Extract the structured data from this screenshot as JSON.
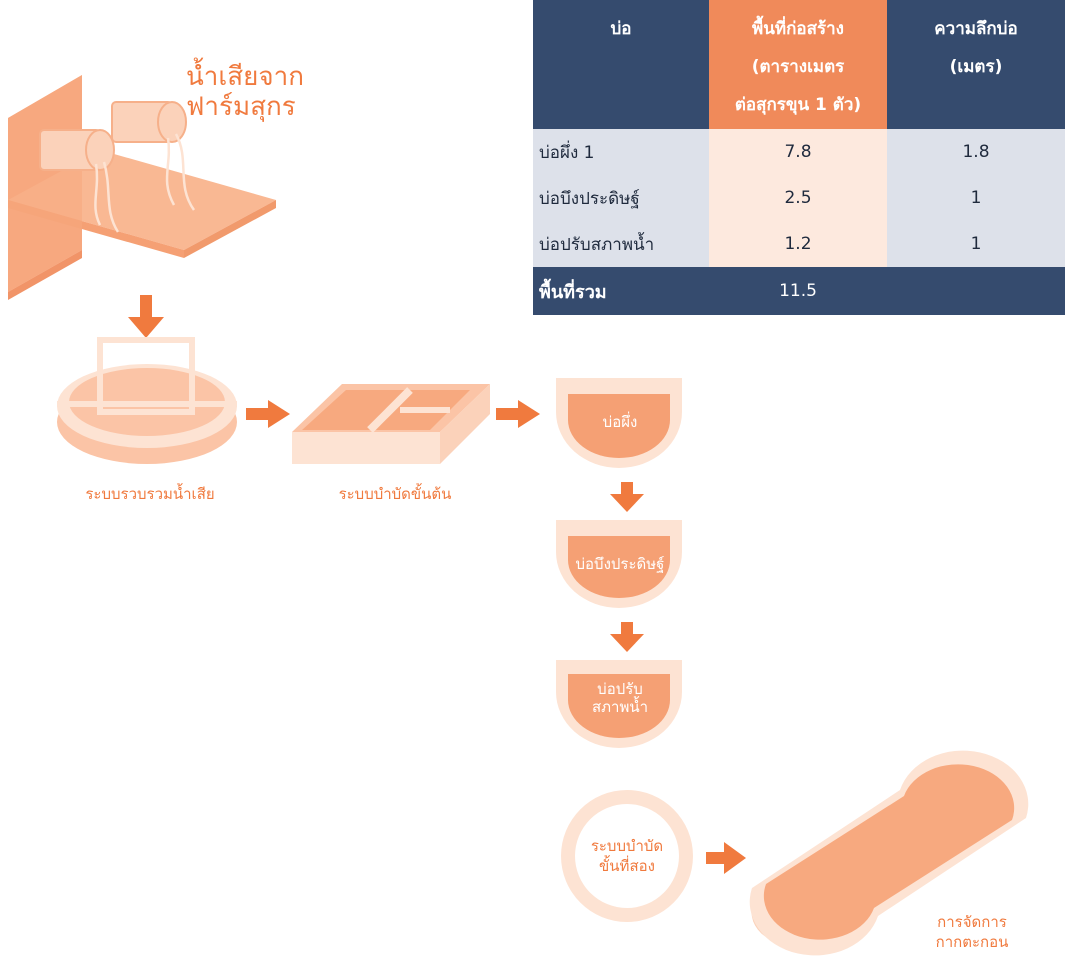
{
  "source_label": "น้ำเสียจาก\nฟาร์มสุกร",
  "stages": {
    "collection": "ระบบรวบรวมน้ำเสีย",
    "pretreatment": "ระบบบำบัดขั้นต้น",
    "secondary": "ระบบบำบัด\nขั้นที่สอง",
    "sludge": "การจัดการ\nกากตะกอน"
  },
  "ponds": [
    {
      "name": "บ่อผึ่ง"
    },
    {
      "name": "บ่อบึงประดิษฐ์"
    },
    {
      "name": "บ่อปรับ\nสภาพน้ำ"
    }
  ],
  "table": {
    "headers": [
      "บ่อ",
      "พื้นที่ก่อสร้าง\n(ตารางเมตร\nต่อสุกรขุน 1 ตัว)",
      "ความลึกบ่อ\n(เมตร)"
    ],
    "rows": [
      [
        "บ่อผึ่ง 1",
        "7.8",
        "1.8"
      ],
      [
        "บ่อบึงประดิษฐ์",
        "2.5",
        "1"
      ],
      [
        "บ่อปรับสภาพน้ำ",
        "1.2",
        "1"
      ]
    ],
    "total_label": "พื้นที่รวม",
    "total_value": "11.5"
  },
  "colors": {
    "accent": "#f07a3e",
    "peach": "#fbc4a6",
    "light_peach": "#fde3d3",
    "navy": "#354b6e"
  }
}
